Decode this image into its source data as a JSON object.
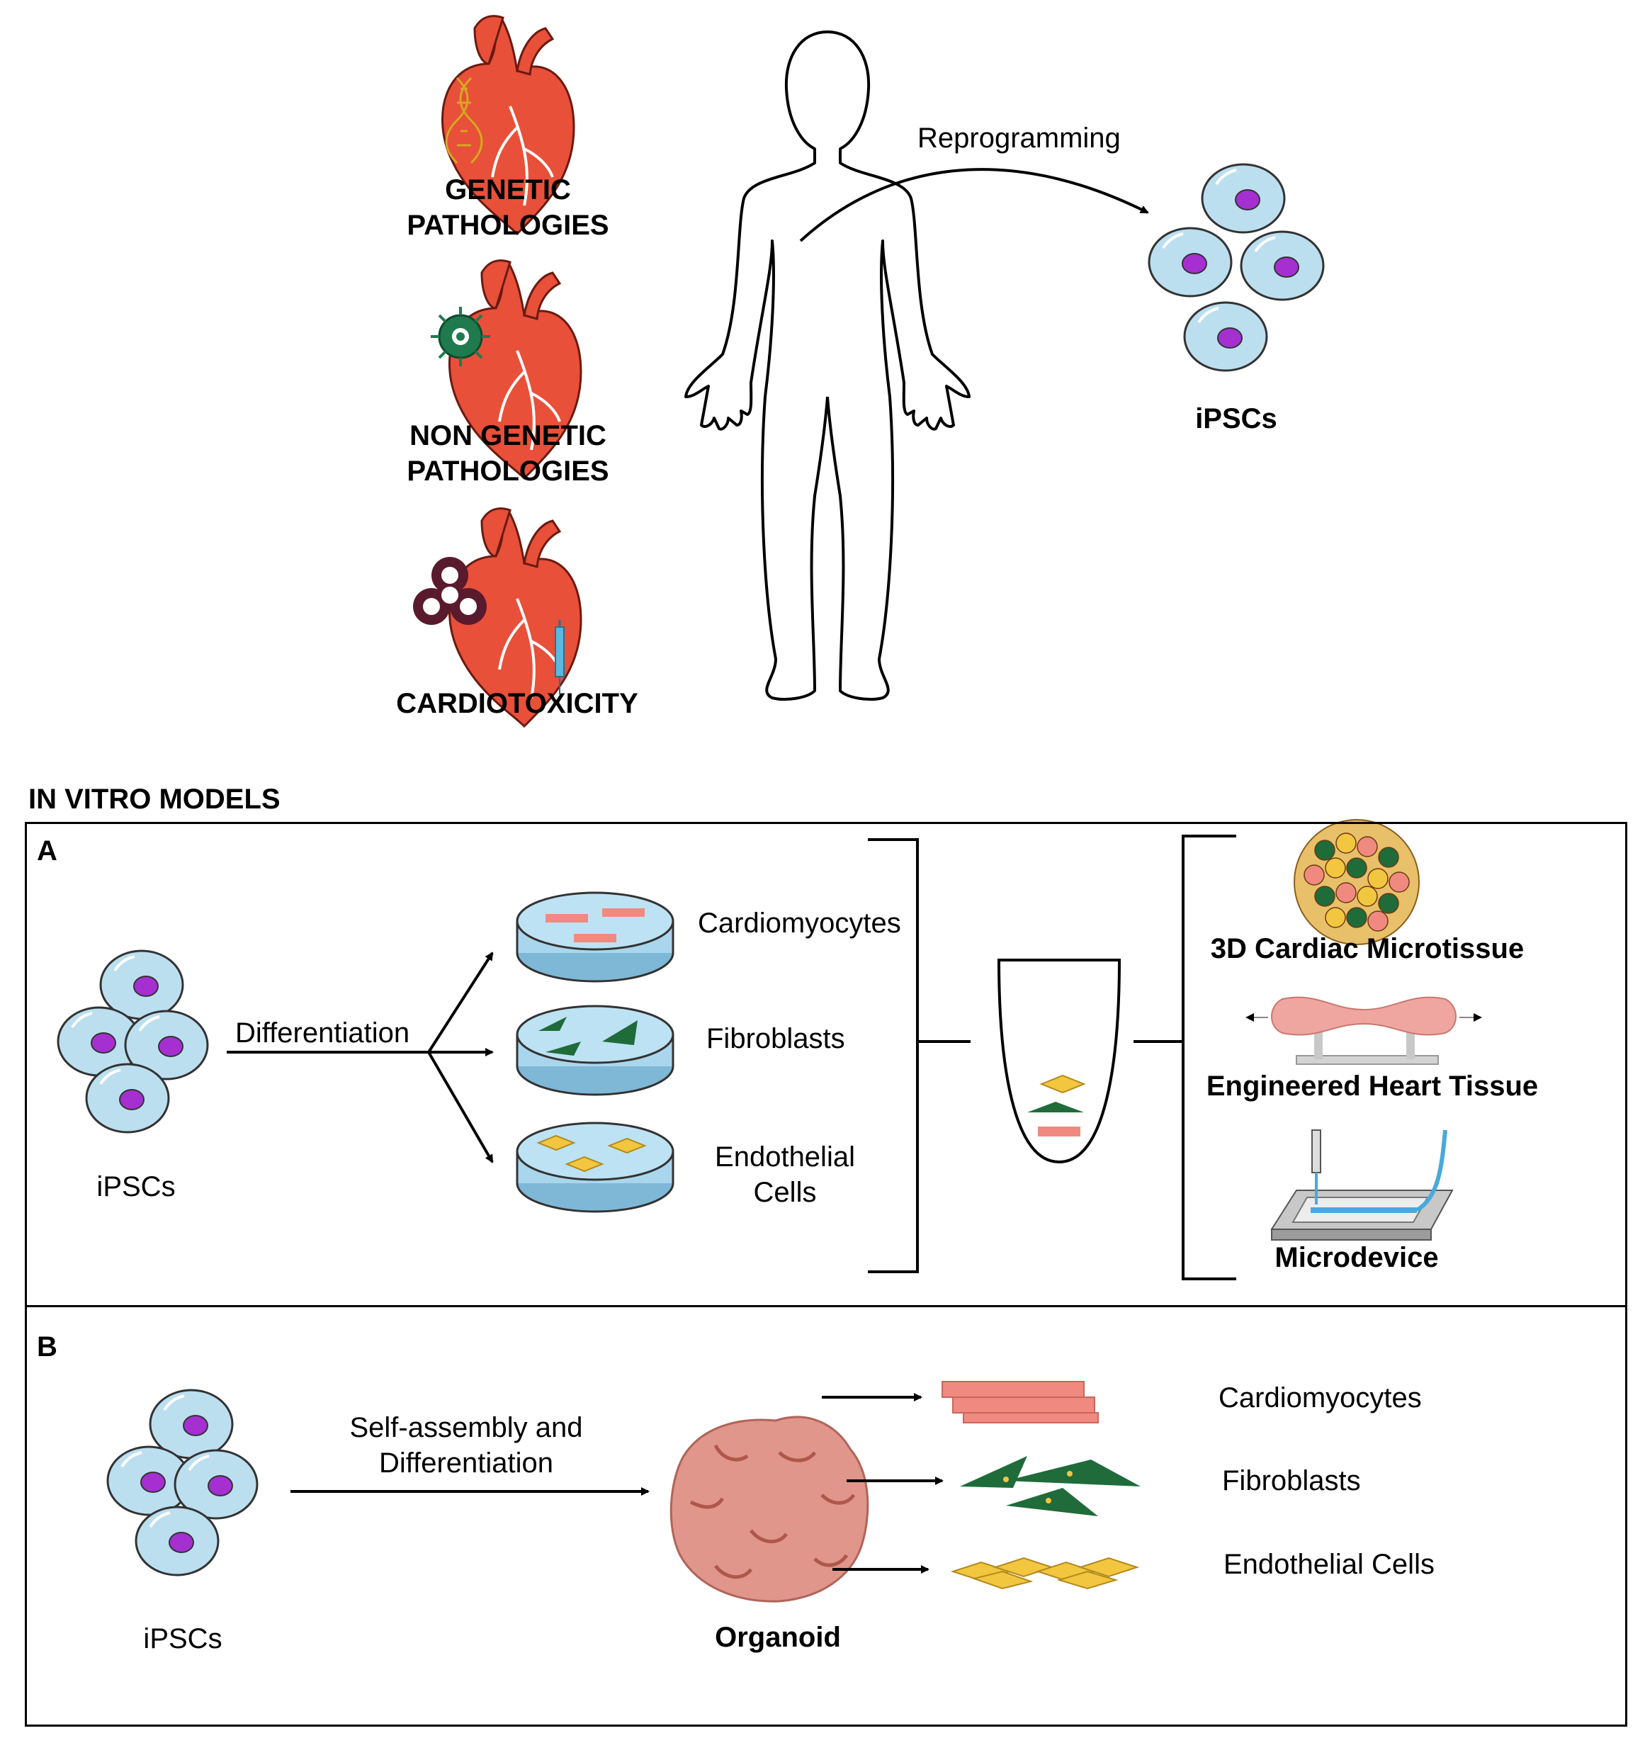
{
  "top": {
    "pathologies": {
      "genetic": [
        "GENETIC",
        "PATHOLOGIES"
      ],
      "non_genetic": [
        "NON GENETIC",
        "PATHOLOGIES"
      ],
      "cardiotoxicity": "CARDIOTOXICITY"
    },
    "reprogramming_label": "Reprogramming",
    "ipscs_label": "iPSCs"
  },
  "section_title": "IN VITRO MODELS",
  "panel_a": {
    "letter": "A",
    "ipscs_label": "iPSCs",
    "differentiation_label": "Differentiation",
    "cell_types": [
      "Cardiomyocytes",
      "Fibroblasts",
      "Endothelial",
      "Cells"
    ],
    "models": [
      "3D Cardiac Microtissue",
      "Engineered Heart Tissue",
      "Microdevice"
    ]
  },
  "panel_b": {
    "letter": "B",
    "ipscs_label": "iPSCs",
    "process_label": [
      "Self-assembly and",
      "Differentiation"
    ],
    "organoid_label": "Organoid",
    "cell_types": [
      "Cardiomyocytes",
      "Fibroblasts",
      "Endothelial Cells"
    ]
  },
  "colors": {
    "heart": "#e8503a",
    "cell_fill": "#bcdff0",
    "nucleus": "#a52fd1",
    "dish": "#a9d6ec",
    "cardiomyocyte": "#f08a80",
    "fibroblast": "#1f6b3a",
    "endothelial": "#f3c640",
    "organoid": "#e0968a"
  }
}
